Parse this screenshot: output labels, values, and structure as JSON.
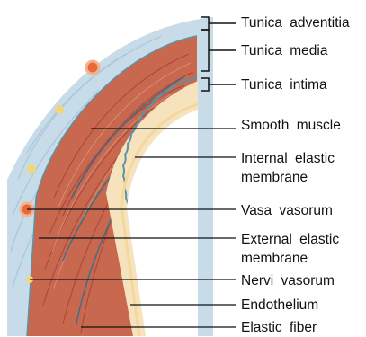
{
  "labels": {
    "tunica_adventitia": "Tunica adventitia",
    "tunica_media": "Tunica media",
    "tunica_intima": "Tunica intima",
    "smooth_muscle": "Smooth muscle",
    "internal_elastic_1": "Internal elastic",
    "internal_elastic_2": "membrane",
    "vasa_vasorum": "Vasa vasorum",
    "external_elastic_1": "External elastic",
    "external_elastic_2": "membrane",
    "nervi_vasorum": "Nervi vasorum",
    "endothelium": "Endothelium",
    "elastic_fiber": "Elastic fiber"
  },
  "colors": {
    "adventitia": "#c7dbe9",
    "media": "#c8684f",
    "intima": "#f6e3bd",
    "elastic_membrane": "#5b93a5",
    "vasa": "#e8683b",
    "nervi": "#f2d77a",
    "leader": "#111111"
  }
}
